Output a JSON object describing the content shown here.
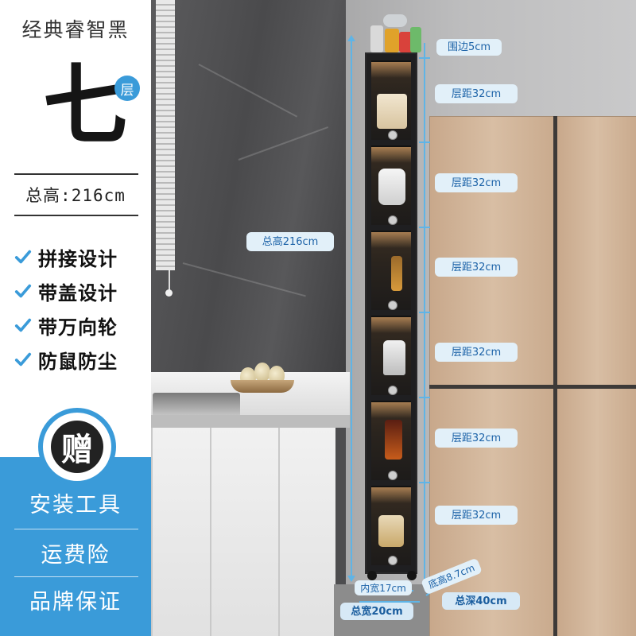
{
  "product": {
    "title": "经典睿智黑",
    "tiers_number": "七",
    "tiers_unit": "层",
    "total_height": "总高:216cm"
  },
  "features": [
    {
      "label": "拼接设计",
      "icon": "check-icon"
    },
    {
      "label": "带盖设计",
      "icon": "check-icon"
    },
    {
      "label": "带万向轮",
      "icon": "check-icon"
    },
    {
      "label": "防鼠防尘",
      "icon": "check-icon"
    }
  ],
  "gift": {
    "badge": "赠",
    "items": [
      "安装工具",
      "运费险",
      "品牌保证"
    ]
  },
  "dimensions": {
    "rim": "围边5cm",
    "spacings": [
      "层距32cm",
      "层距32cm",
      "层距32cm",
      "层距32cm",
      "层距32cm",
      "层距32cm"
    ],
    "total_height": "总高216cm",
    "inner_width": "内宽17cm",
    "total_width": "总宽20cm",
    "base_height": "底高8.7cm",
    "total_depth": "总深40cm"
  },
  "colors": {
    "accent_blue": "#3a9bd9",
    "dimension_line": "#5fb4e6",
    "pill_bg": "#e2f0f9",
    "pill_text": "#1d63a8"
  }
}
